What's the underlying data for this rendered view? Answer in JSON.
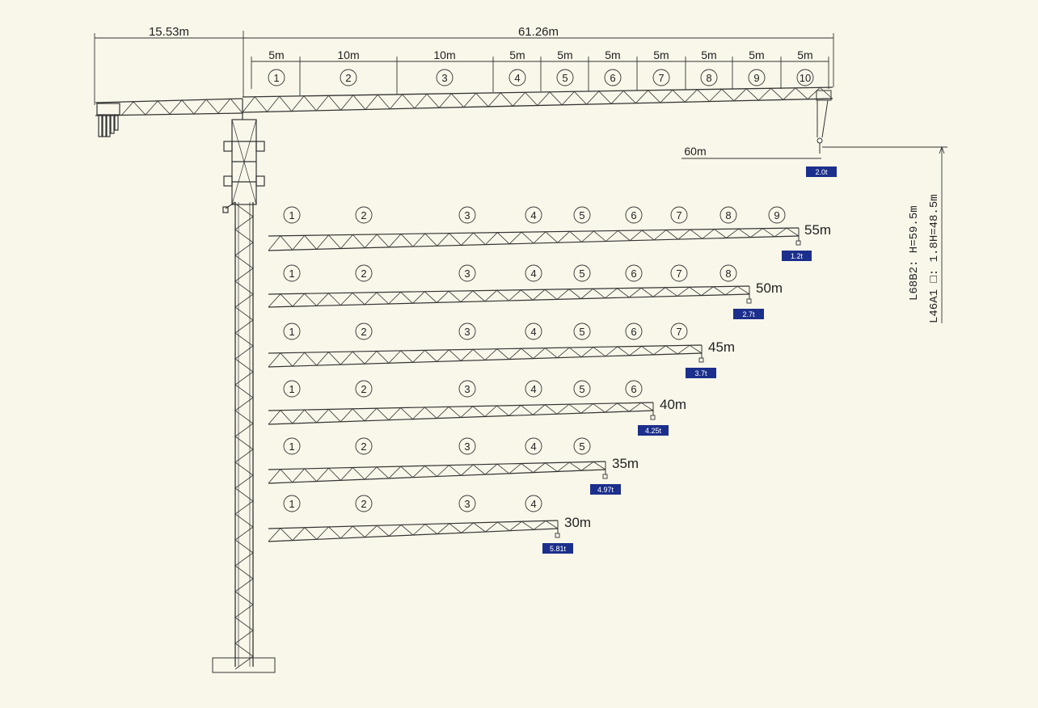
{
  "colors": {
    "background": "#f9f7ea",
    "line": "#333333",
    "badge": "#1c2f8c",
    "badge_text": "#ffffff"
  },
  "top_dimensions": {
    "counter_jib": "15.53m",
    "jib": "61.26m"
  },
  "top_jib_segments": {
    "lengths": [
      "5m",
      "10m",
      "10m",
      "5m",
      "5m",
      "5m",
      "5m",
      "5m",
      "5m",
      "5m"
    ],
    "numbers": [
      "1",
      "2",
      "3",
      "4",
      "5",
      "6",
      "7",
      "8",
      "9",
      "10"
    ]
  },
  "top_jib_radius": "60m",
  "top_jib_capacity": "2.0t",
  "vertical_labels": {
    "primary": "L68B2: H=59.5m",
    "secondary": "L46A1 □: 1.8H=48.5m"
  },
  "jib_configs": [
    {
      "length": "55m",
      "capacity": "1.2t",
      "sections": [
        "1",
        "2",
        "3",
        "4",
        "5",
        "6",
        "7",
        "8",
        "9"
      ]
    },
    {
      "length": "50m",
      "capacity": "2.7t",
      "sections": [
        "1",
        "2",
        "3",
        "4",
        "5",
        "6",
        "7",
        "8"
      ]
    },
    {
      "length": "45m",
      "capacity": "3.7t",
      "sections": [
        "1",
        "2",
        "3",
        "4",
        "5",
        "6",
        "7"
      ]
    },
    {
      "length": "40m",
      "capacity": "4.25t",
      "sections": [
        "1",
        "2",
        "3",
        "4",
        "5",
        "6"
      ]
    },
    {
      "length": "35m",
      "capacity": "4.97t",
      "sections": [
        "1",
        "2",
        "3",
        "4",
        "5"
      ]
    },
    {
      "length": "30m",
      "capacity": "5.81t",
      "sections": [
        "1",
        "2",
        "3",
        "4"
      ]
    }
  ]
}
